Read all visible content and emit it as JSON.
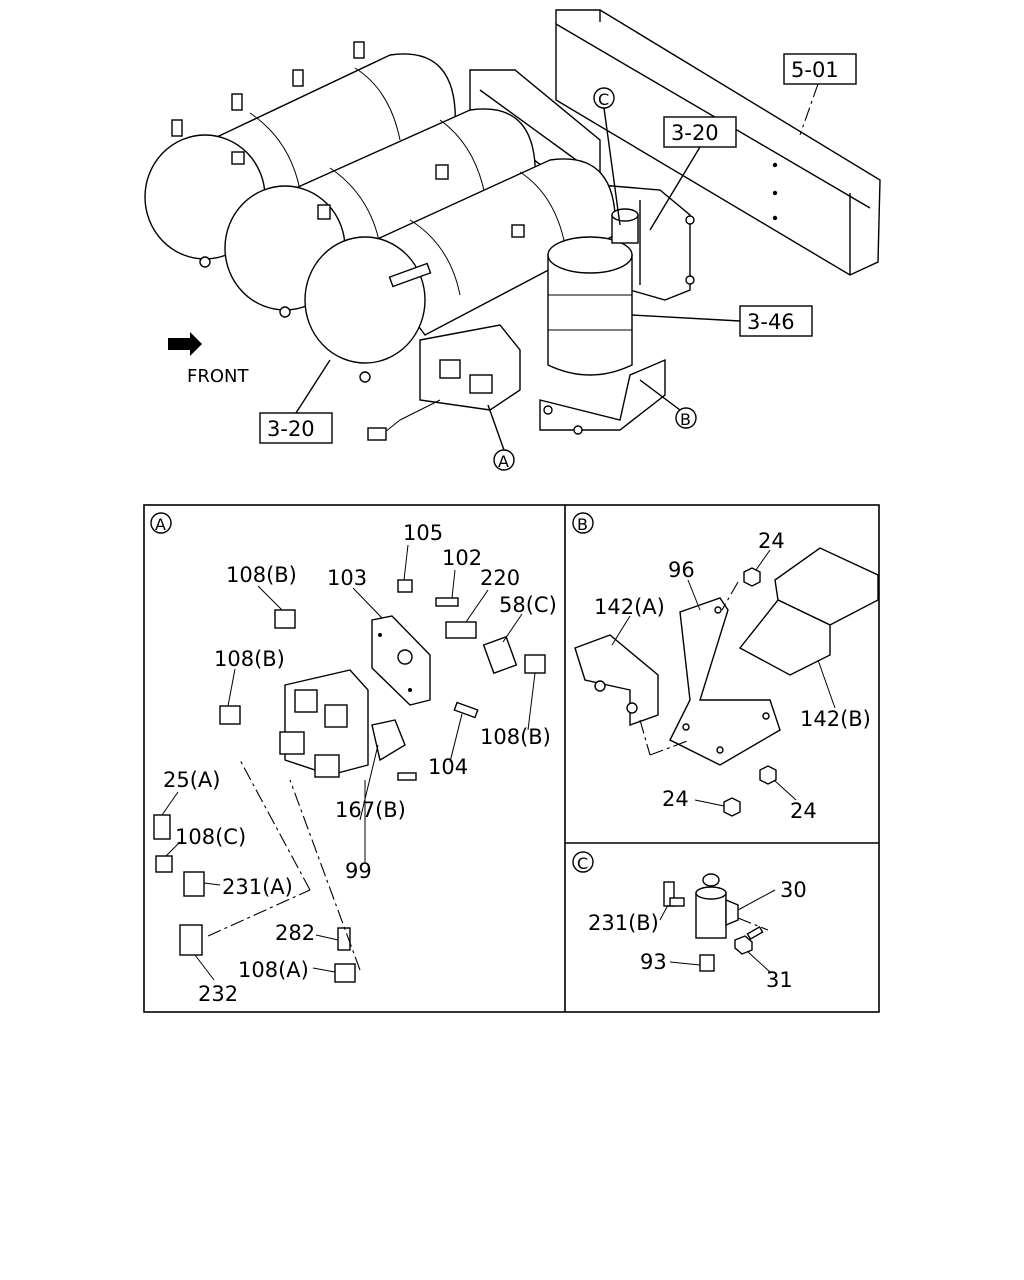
{
  "overview": {
    "front_label": "FRONT",
    "refs": {
      "r501": "5-01",
      "r320_top": "3-20",
      "r346": "3-46",
      "r320_bottom": "3-20"
    },
    "callouts": {
      "a": "A",
      "b": "B",
      "c": "C"
    }
  },
  "panel_a": {
    "marker": "A",
    "labels": {
      "p105": "105",
      "p102": "102",
      "p103": "103",
      "p220": "220",
      "p58c": "58(C)",
      "p108b_1": "108(B)",
      "p108b_2": "108(B)",
      "p108b_3": "108(B)",
      "p104": "104",
      "p25a": "25(A)",
      "p108c": "108(C)",
      "p231a": "231(A)",
      "p167b": "167(B)",
      "p99": "99",
      "p282": "282",
      "p108a": "108(A)",
      "p232": "232"
    }
  },
  "panel_b": {
    "marker": "B",
    "labels": {
      "p24_1": "24",
      "p96": "96",
      "p142a": "142(A)",
      "p142b": "142(B)",
      "p24_2": "24",
      "p24_3": "24"
    }
  },
  "panel_c": {
    "marker": "C",
    "labels": {
      "p30": "30",
      "p231b": "231(B)",
      "p93": "93",
      "p31": "31"
    }
  }
}
